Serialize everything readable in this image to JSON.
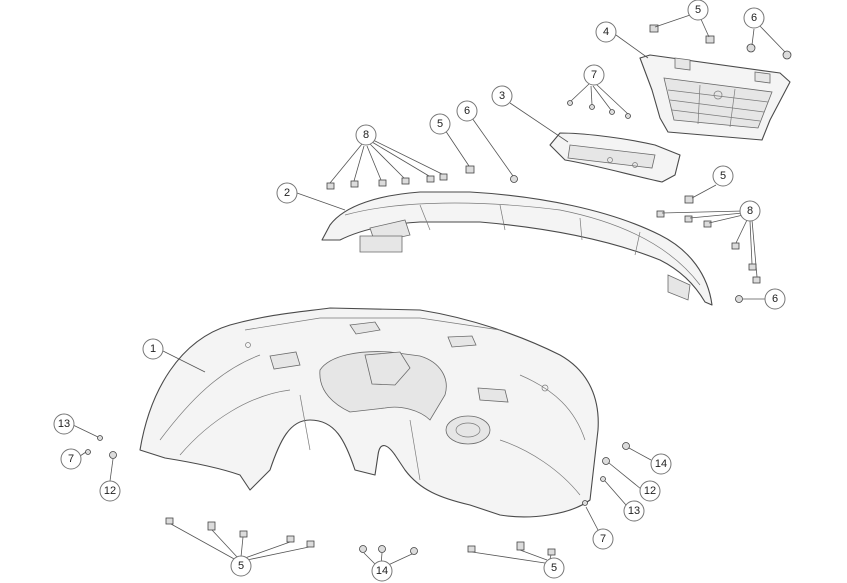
{
  "diagram": {
    "callouts": [
      {
        "id": "c1",
        "label": "1"
      },
      {
        "id": "c2",
        "label": "2"
      },
      {
        "id": "c3",
        "label": "3"
      },
      {
        "id": "c4",
        "label": "4"
      },
      {
        "id": "c5a",
        "label": "5"
      },
      {
        "id": "c5b",
        "label": "5"
      },
      {
        "id": "c5c",
        "label": "5"
      },
      {
        "id": "c5d",
        "label": "5"
      },
      {
        "id": "c5e",
        "label": "5"
      },
      {
        "id": "c6a",
        "label": "6"
      },
      {
        "id": "c6b",
        "label": "6"
      },
      {
        "id": "c6c",
        "label": "6"
      },
      {
        "id": "c7a",
        "label": "7"
      },
      {
        "id": "c7b",
        "label": "7"
      },
      {
        "id": "c7c",
        "label": "7"
      },
      {
        "id": "c8a",
        "label": "8"
      },
      {
        "id": "c8b",
        "label": "8"
      },
      {
        "id": "c12a",
        "label": "12"
      },
      {
        "id": "c12b",
        "label": "12"
      },
      {
        "id": "c13a",
        "label": "13"
      },
      {
        "id": "c13b",
        "label": "13"
      },
      {
        "id": "c14a",
        "label": "14"
      },
      {
        "id": "c14b",
        "label": "14"
      }
    ]
  }
}
